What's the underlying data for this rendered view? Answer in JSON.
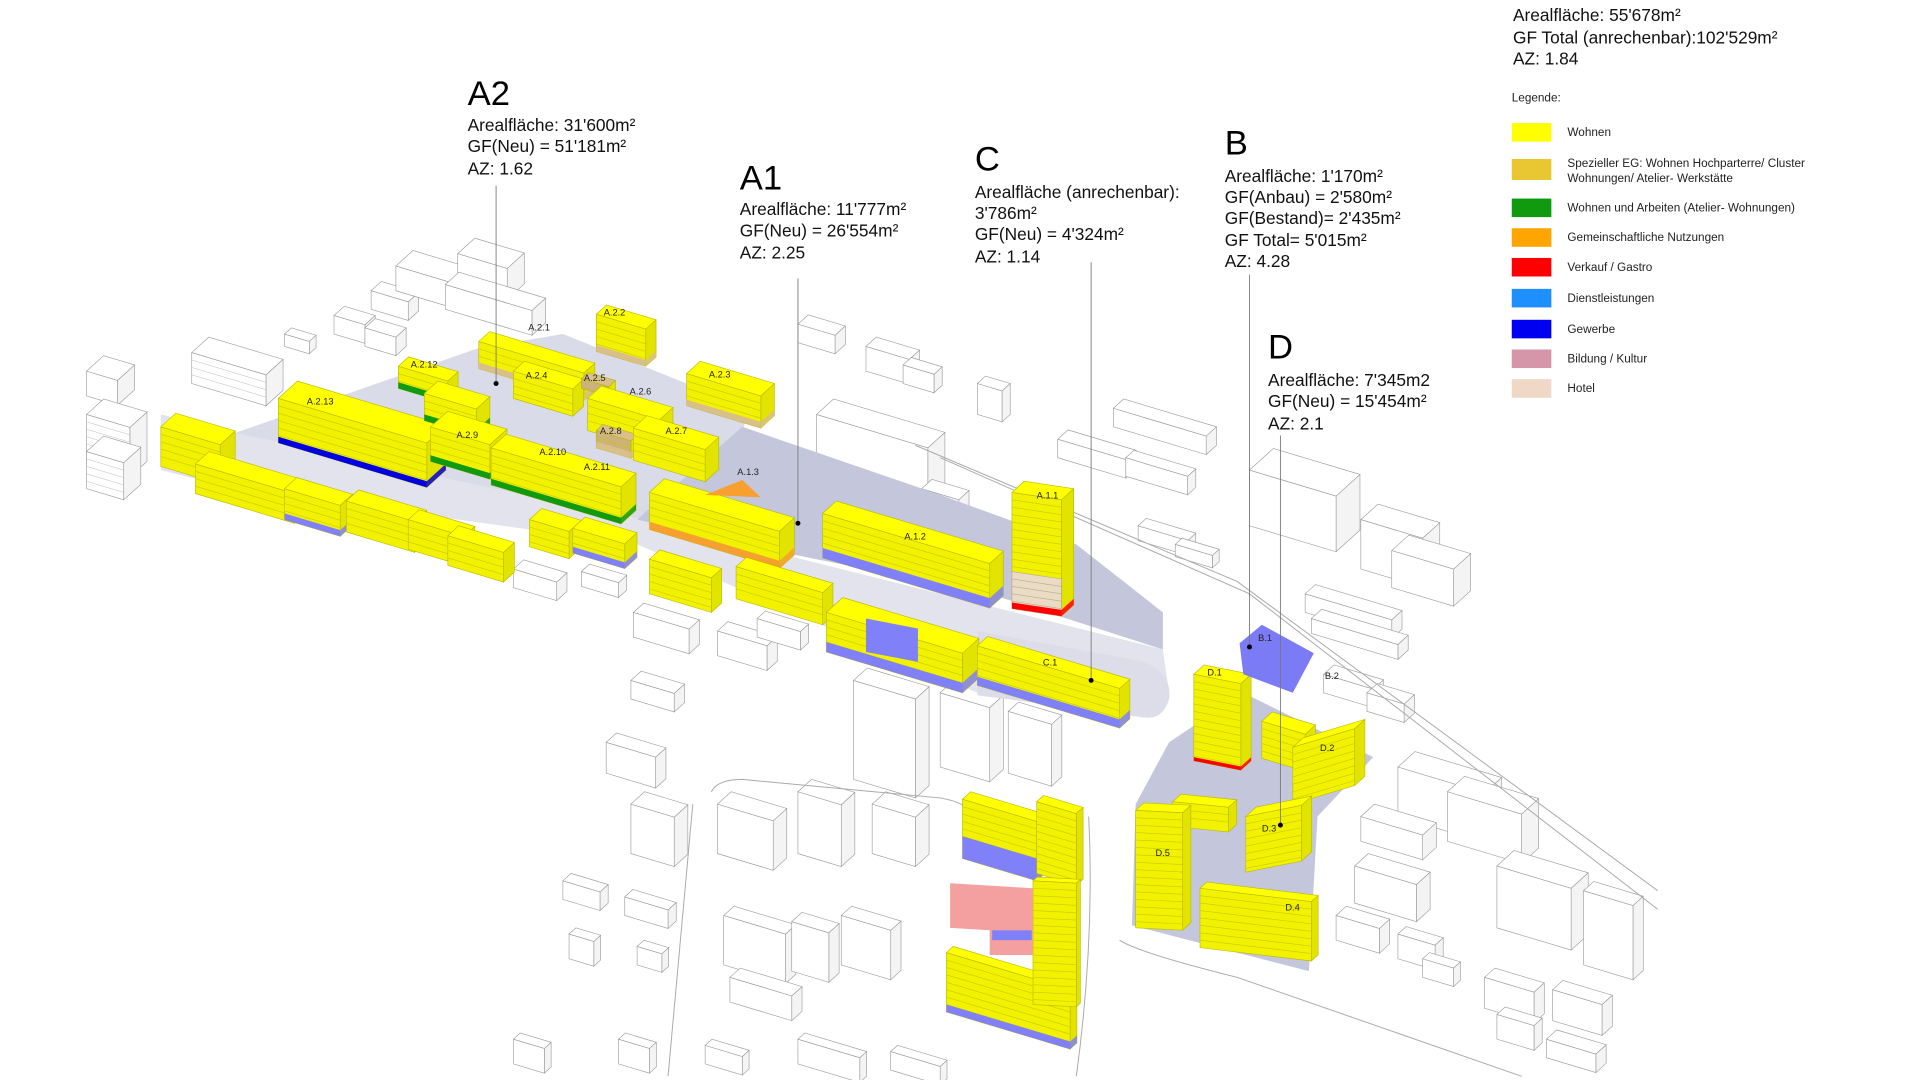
{
  "summary": {
    "area": "Arealfläche: 55'678m²",
    "gf_total": "GF Total (anrechenbar):102'529m²",
    "az": "AZ: 1.84"
  },
  "legend": {
    "title": "Legende:",
    "items": [
      {
        "label": "Wohnen",
        "color": "#ffff00"
      },
      {
        "label": "Spezieller EG: Wohnen Hochparterre/ Cluster",
        "label2": "Wohnungen/ Atelier- Werkstätte",
        "color": "#e8c832"
      },
      {
        "label": "Wohnen und Arbeiten (Atelier- Wohnungen)",
        "color": "#109a10"
      },
      {
        "label": "Gemeinschaftliche Nutzungen",
        "color": "#ffa500"
      },
      {
        "label": "Verkauf / Gastro",
        "color": "#ff0000"
      },
      {
        "label": "Dienstleistungen",
        "color": "#1e8fff"
      },
      {
        "label": "Gewerbe",
        "color": "#0000f0"
      },
      {
        "label": "Bildung / Kultur",
        "color": "#d496a8"
      },
      {
        "label": "Hotel",
        "color": "#f0d8c6"
      }
    ]
  },
  "zones": {
    "A2": {
      "name": "A2",
      "lines": [
        "Arealfläche: 31'600m²",
        "GF(Neu) =  51'181m²",
        "AZ: 1.62"
      ]
    },
    "A1": {
      "name": "A1",
      "lines": [
        "Arealfläche: 11'777m²",
        "GF(Neu) = 26'554m²",
        "AZ: 2.25"
      ]
    },
    "C": {
      "name": "C",
      "lines": [
        "Arealfläche (anrechenbar):",
        "3'786m²",
        "GF(Neu) = 4'324m²",
        "AZ: 1.14"
      ]
    },
    "B": {
      "name": "B",
      "lines": [
        "Arealfläche: 1'170m²",
        "GF(Anbau) = 2'580m²",
        "GF(Bestand)= 2'435m²",
        "GF Total= 5'015m²",
        "AZ: 4.28"
      ]
    },
    "D": {
      "name": "D",
      "lines": [
        "Arealfläche: 7'345m2",
        "GF(Neu) =  15'454m²",
        "AZ: 2.1"
      ]
    }
  },
  "building_labels": [
    "A.2.1",
    "A.2.2",
    "A.2.3",
    "A.2.4",
    "A.2.5",
    "A.2.6",
    "A.2.7",
    "A.2.8",
    "A.2.9",
    "A.2.10",
    "A.2.11",
    "A.2.12",
    "A.2.13",
    "A.1.1",
    "A.1.2",
    "A.1.3",
    "C.1",
    "B.1",
    "B.2",
    "D.1",
    "D.2",
    "D.3",
    "D.4",
    "D.5"
  ]
}
